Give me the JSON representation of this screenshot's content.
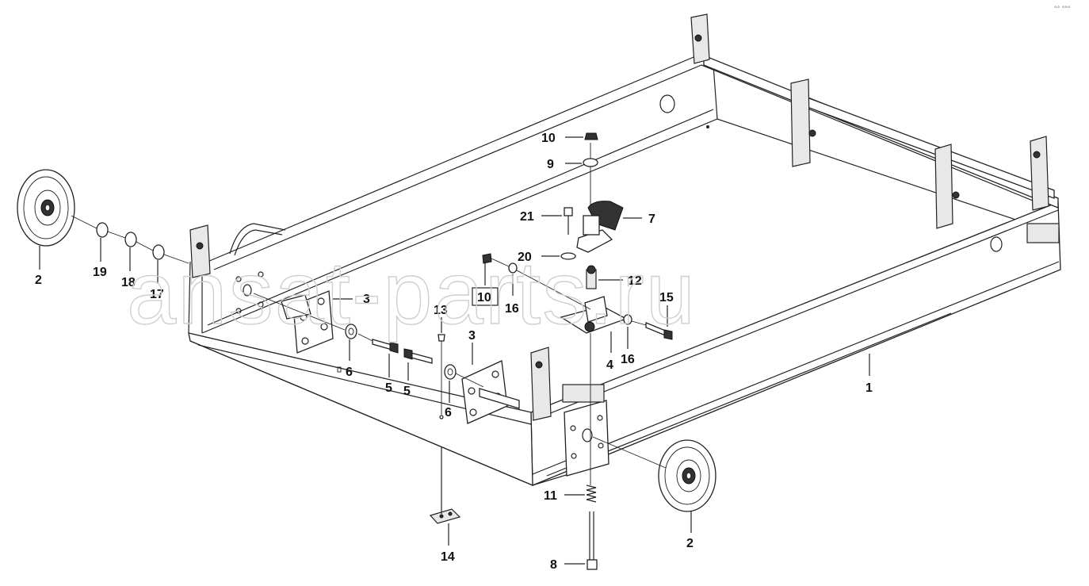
{
  "watermark": "ansat-parts.ru",
  "corner_mark": "°° °°°",
  "callouts": [
    {
      "id": "c-10-top",
      "label": "10"
    },
    {
      "id": "c-9",
      "label": "9"
    },
    {
      "id": "c-21",
      "label": "21"
    },
    {
      "id": "c-7",
      "label": "7"
    },
    {
      "id": "c-20",
      "label": "20"
    },
    {
      "id": "c-12",
      "label": "12"
    },
    {
      "id": "c-10-box",
      "label": "10"
    },
    {
      "id": "c-16-left",
      "label": "16"
    },
    {
      "id": "c-15",
      "label": "15"
    },
    {
      "id": "c-4",
      "label": "4"
    },
    {
      "id": "c-16-right",
      "label": "16"
    },
    {
      "id": "c-13",
      "label": "13"
    },
    {
      "id": "c-3-left",
      "label": "3"
    },
    {
      "id": "c-3-center",
      "label": "3"
    },
    {
      "id": "c-6-left",
      "label": "6"
    },
    {
      "id": "c-6-right",
      "label": "6"
    },
    {
      "id": "c-5-left",
      "label": "5"
    },
    {
      "id": "c-5-right",
      "label": "5"
    },
    {
      "id": "c-1",
      "label": "1"
    },
    {
      "id": "c-2-left",
      "label": "2"
    },
    {
      "id": "c-19",
      "label": "19"
    },
    {
      "id": "c-18",
      "label": "18"
    },
    {
      "id": "c-17",
      "label": "17"
    },
    {
      "id": "c-11",
      "label": "11"
    },
    {
      "id": "c-14",
      "label": "14"
    },
    {
      "id": "c-2-right",
      "label": "2"
    },
    {
      "id": "c-8",
      "label": "8"
    }
  ]
}
